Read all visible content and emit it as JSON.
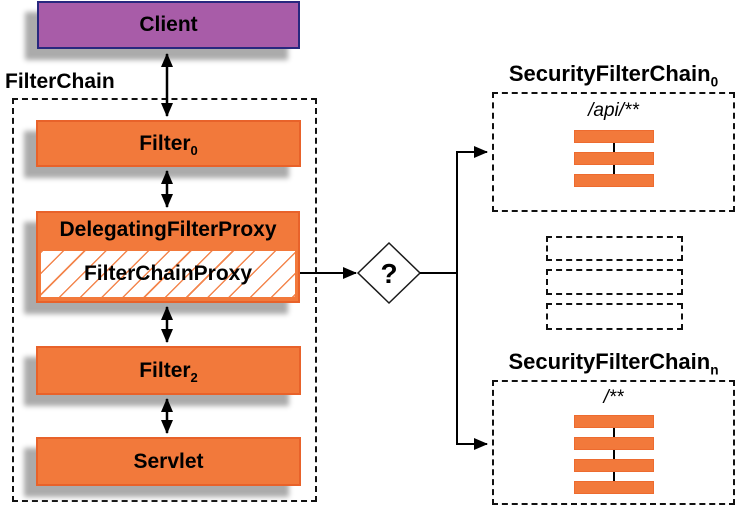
{
  "left_column": {
    "client_label": "Client",
    "filter_chain_label": "FilterChain",
    "filter0": {
      "base": "Filter",
      "sub": "0"
    },
    "delegating_filter_proxy_label": "DelegatingFilterProxy",
    "filter_chain_proxy_label": "FilterChainProxy",
    "filter2": {
      "base": "Filter",
      "sub": "2"
    },
    "servlet_label": "Servlet"
  },
  "decision": {
    "label": "?"
  },
  "right_column": {
    "chain0": {
      "label_base": "SecurityFilterChain",
      "label_sub": "0",
      "url_pattern": "/api/**",
      "filter_count": 3
    },
    "ellipsis_count": 3,
    "chain_n": {
      "label_base": "SecurityFilterChain",
      "label_sub": "n",
      "url_pattern": "/**",
      "filter_count": 4
    }
  },
  "colors": {
    "orange": "#F2793B",
    "orange_border": "#E8622A",
    "purple": "#A85CA8",
    "purple_border": "#28287E",
    "shadow_gray": "#ABABAB",
    "line_black": "#000000"
  }
}
